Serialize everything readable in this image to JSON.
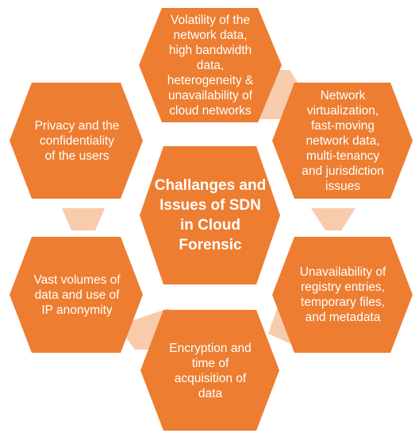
{
  "diagram": {
    "center": {
      "lines": [
        "Challanges and",
        "Issues of SDN",
        "in Cloud",
        "Forensic"
      ]
    },
    "nodes": [
      {
        "id": "top",
        "lines": [
          "Volatility of the",
          "network data,",
          "high bandwidth",
          "data,",
          "heterogeneity &",
          "unavailability of",
          "cloud networks"
        ]
      },
      {
        "id": "upper-right",
        "lines": [
          "Network",
          "virtualization,",
          "fast-moving",
          "network data,",
          "multi-tenancy",
          "and jurisdiction",
          "issues"
        ]
      },
      {
        "id": "lower-right",
        "lines": [
          "Unavailability of",
          "registry entries,",
          "temporary files,",
          "and metadata"
        ]
      },
      {
        "id": "bottom",
        "lines": [
          "Encryption and",
          "time of",
          "acquisition of",
          "data"
        ]
      },
      {
        "id": "lower-left",
        "lines": [
          "Vast volumes of",
          "data and use of",
          "IP anonymity"
        ]
      },
      {
        "id": "upper-left",
        "lines": [
          "Privacy and the",
          "confidentiality",
          "of the users"
        ]
      }
    ],
    "colors": {
      "hexagon": "#ed7d31",
      "connector": "#f8cbad",
      "text": "#ffffff"
    }
  }
}
